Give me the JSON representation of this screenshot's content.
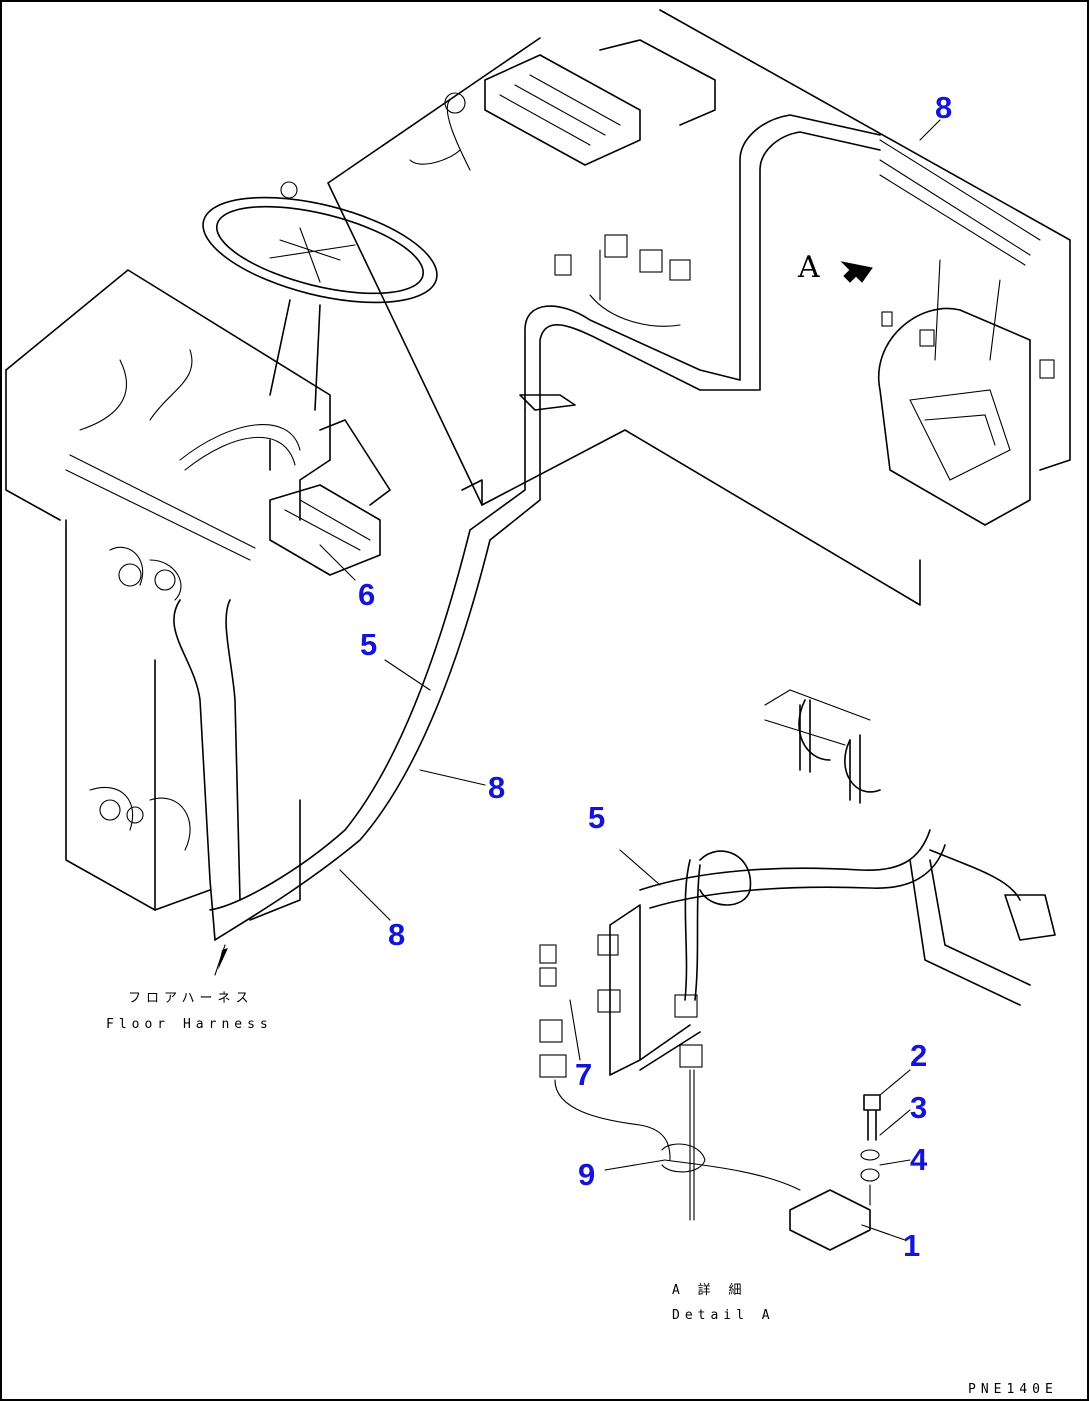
{
  "callouts": {
    "c1": "1",
    "c2": "2",
    "c3": "3",
    "c4": "4",
    "c5": "5",
    "c5b": "5",
    "c6": "6",
    "c7": "7",
    "c8": "8",
    "c8b": "8",
    "c8c": "8",
    "c9": "9"
  },
  "view_marker": "A",
  "floor_harness": {
    "jp": "フロアハーネス",
    "en": "Floor Harness"
  },
  "detail": {
    "jp": "A 詳 細",
    "en": "Detail A"
  },
  "drawing_code": "PNE140E"
}
